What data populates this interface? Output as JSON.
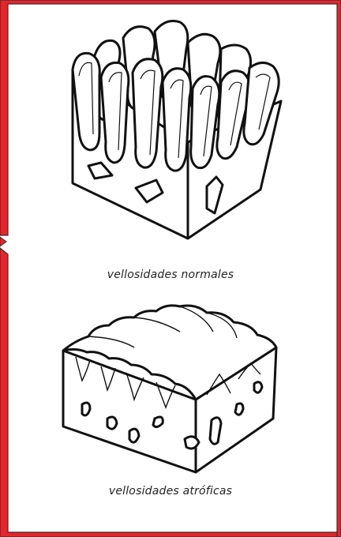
{
  "figure": {
    "panels": [
      {
        "id": "normal",
        "caption": "vellosidades normales"
      },
      {
        "id": "atrophic",
        "caption": "vellosidades atróficas"
      }
    ]
  },
  "colors": {
    "frame_red": "#e8232a",
    "frame_dark": "#333333",
    "ink": "#111111",
    "tissue": "#ffffff"
  }
}
